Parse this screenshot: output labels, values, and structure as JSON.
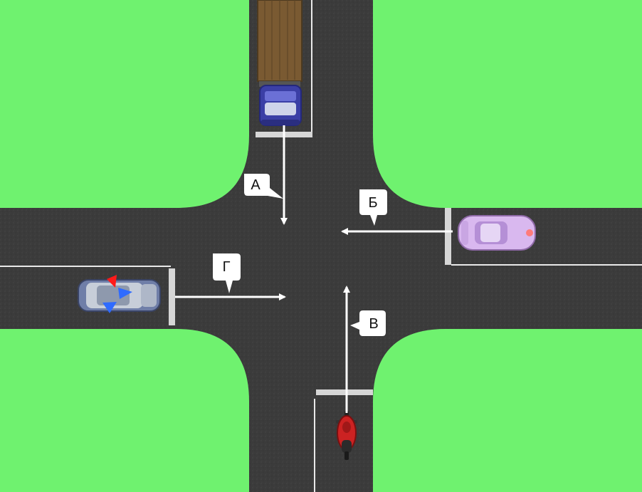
{
  "colors": {
    "grass": "#6ff26f",
    "asphalt": "#3b3b3b",
    "marking": "#e9e9e9",
    "truck_cab": "#3b3fa6",
    "truck_bed": "#7a5a32",
    "police_body": "#6f7ea8",
    "car_violet": "#d9b8ef",
    "motorcycle": "#cc2222"
  },
  "vehicles": [
    {
      "id": "truck",
      "kind": "truck",
      "approach": "north",
      "icon": "truck-icon"
    },
    {
      "id": "car-east",
      "kind": "car",
      "approach": "east",
      "icon": "car-icon"
    },
    {
      "id": "police",
      "kind": "police-car",
      "approach": "west",
      "icon": "police-car-icon",
      "siren": "on"
    },
    {
      "id": "moto",
      "kind": "motorcycle",
      "approach": "south",
      "icon": "motorcycle-icon"
    }
  ],
  "labels": {
    "a": "А",
    "b": "Б",
    "v": "В",
    "g": "Г"
  }
}
